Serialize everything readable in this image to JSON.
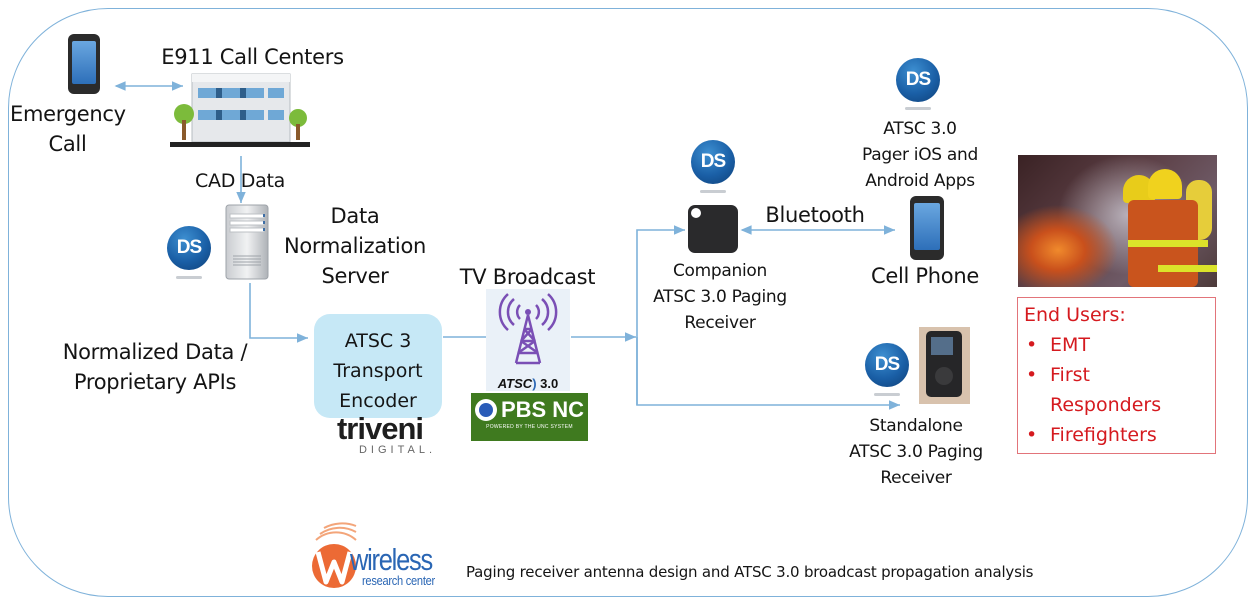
{
  "diagram": {
    "title": "ATSC 3.0 emergency paging system architecture",
    "nodes": {
      "emergency_call": {
        "label_line1": "Emergency",
        "label_line2": "Call",
        "icon": "smartphone-icon"
      },
      "e911": {
        "label": "E911 Call Centers",
        "icon": "office-building-icon"
      },
      "cad_data": {
        "label": "CAD Data"
      },
      "normalization_server": {
        "label_line1": "Data",
        "label_line2": "Normalization",
        "label_line3": "Server",
        "icon": "server-icon",
        "badge": "DS"
      },
      "normalized_data": {
        "label_line1": "Normalized Data /",
        "label_line2": "Proprietary APIs"
      },
      "encoder": {
        "label_line1": "ATSC 3",
        "label_line2": "Transport",
        "label_line3": "Encoder",
        "vendor_line1": "triveni",
        "vendor_line2": "DIGITAL."
      },
      "tv_broadcast": {
        "label": "TV Broadcast",
        "icon": "broadcast-tower-icon",
        "standard_logo": "ATSC",
        "standard_version": "3.0",
        "station_name": "PBS NC",
        "station_tagline": "POWERED BY THE UNC SYSTEM"
      },
      "companion_receiver": {
        "label_line1": "Companion",
        "label_line2": "ATSC 3.0 Paging",
        "label_line3": "Receiver",
        "badge": "DS",
        "icon": "pager-tag-icon"
      },
      "bluetooth": {
        "label": "Bluetooth"
      },
      "apps": {
        "label_line1": "ATSC 3.0",
        "label_line2": "Pager iOS and",
        "label_line3": "Android Apps",
        "badge": "DS"
      },
      "cell_phone": {
        "label": "Cell Phone",
        "icon": "smartphone-icon"
      },
      "standalone_receiver": {
        "label_line1": "Standalone",
        "label_line2": "ATSC 3.0 Paging",
        "label_line3": "Receiver",
        "badge": "DS",
        "icon": "handheld-pager-icon"
      }
    },
    "end_users": {
      "title": "End Users:",
      "items": [
        "EMT",
        "First Responders",
        "Firefighters"
      ],
      "item_lines": [
        [
          "EMT"
        ],
        [
          "First",
          "Responders"
        ],
        [
          "Firefighters"
        ]
      ],
      "image": "firefighters-photo"
    },
    "footer": {
      "logo_main": "wireless",
      "logo_sub": "research center",
      "caption": "Paging receiver antenna design and ATSC 3.0 broadcast propagation analysis"
    }
  },
  "colors": {
    "frame_border": "#7fb2da",
    "connector": "#7fb2da",
    "encoder_fill": "#c6e8f6",
    "end_user_text": "#d51a1f",
    "end_user_border": "#e2747a",
    "pbs_green": "#3f7a1f",
    "wireless_orange": "#ec6a35",
    "wireless_blue": "#2a66b4",
    "tower_purple": "#7a4fb5",
    "ds_blue": "#1a5fa6"
  }
}
